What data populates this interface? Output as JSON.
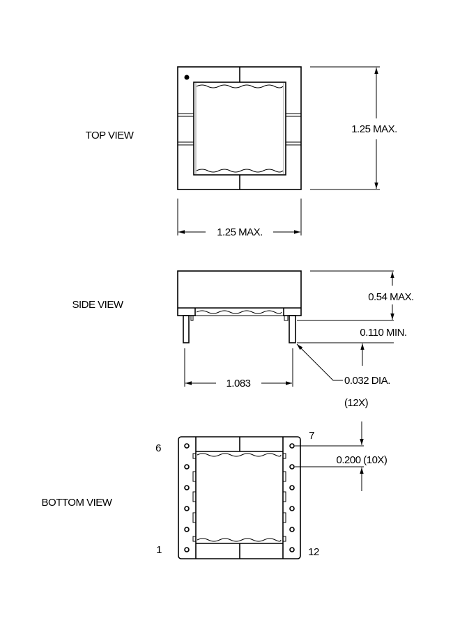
{
  "views": {
    "top": "TOP VIEW",
    "side": "SIDE VIEW",
    "bottom": "BOTTOM VIEW"
  },
  "dimensions": {
    "top_height": "1.25 MAX.",
    "top_width": "1.25 MAX.",
    "side_height": "0.54 MAX.",
    "pin_length": "0.110 MIN.",
    "pin_spacing": "1.083",
    "pin_diameter": "0.032 DIA.",
    "pin_count": "(12X)",
    "pitch": "0.200 (10X)"
  },
  "pins": {
    "top_left": "6",
    "bottom_left": "1",
    "top_right": "7",
    "bottom_right": "12"
  }
}
